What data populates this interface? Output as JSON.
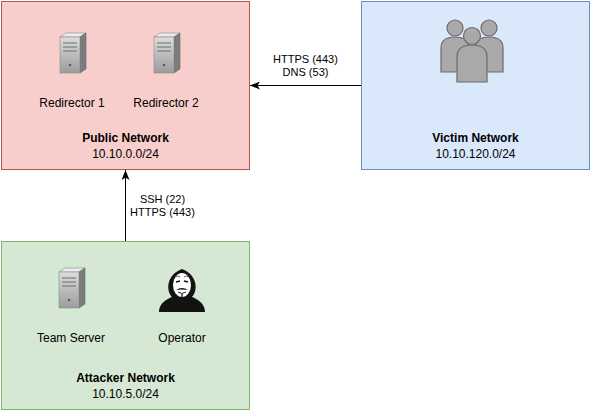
{
  "diagram": {
    "nodes": [
      {
        "text": [
          "Public Network",
          "10.10.0.0/24"
        ]
      },
      {
        "text": [
          "Redirector 1"
        ],
        "in": 0
      },
      {
        "text": [
          "Redirector 2"
        ],
        "in": 0
      },
      {
        "text": [
          "Victim Network",
          "10.10.120.0/24"
        ]
      },
      {
        "text": [
          "Attacker Network",
          "10.10.5.0/24"
        ]
      },
      {
        "text": [
          "Team Server"
        ],
        "in": 4
      },
      {
        "text": [
          "Operator"
        ],
        "in": 4
      }
    ],
    "edges": [
      {
        "from": 3,
        "to": 0,
        "arrow": "to",
        "label": "HTTPS (443) DNS (53)"
      },
      {
        "from": 4,
        "to": 0,
        "arrow": "to",
        "label": "SSH (22) HTTPS (443)"
      }
    ]
  }
}
